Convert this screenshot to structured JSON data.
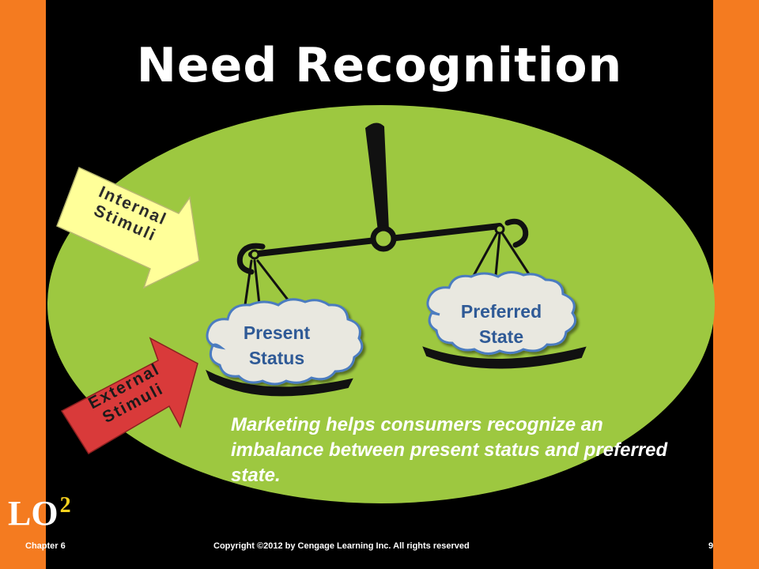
{
  "title": "Need Recognition",
  "clouds": {
    "present": {
      "line1": "Present",
      "line2": "Status"
    },
    "preferred": {
      "line1": "Preferred",
      "line2": "State"
    }
  },
  "arrows": {
    "internal": {
      "line1": "Internal",
      "line2": "Stimuli",
      "color": "#ffff99"
    },
    "external": {
      "line1": "External",
      "line2": "Stimuli",
      "color": "#d93a3a"
    }
  },
  "caption": "Marketing helps consumers recognize an imbalance between present status and preferred state.",
  "lo": {
    "text": "LO",
    "number": "2"
  },
  "footer": {
    "chapter": "Chapter 6",
    "copyright": "Copyright ©2012 by Cengage Learning Inc.  All rights reserved",
    "page": "9"
  },
  "colors": {
    "background": "#000000",
    "side_bars": "#f47b20",
    "oval": "#9dc840",
    "cloud_text": "#2f5a96",
    "scale": "#111111"
  }
}
